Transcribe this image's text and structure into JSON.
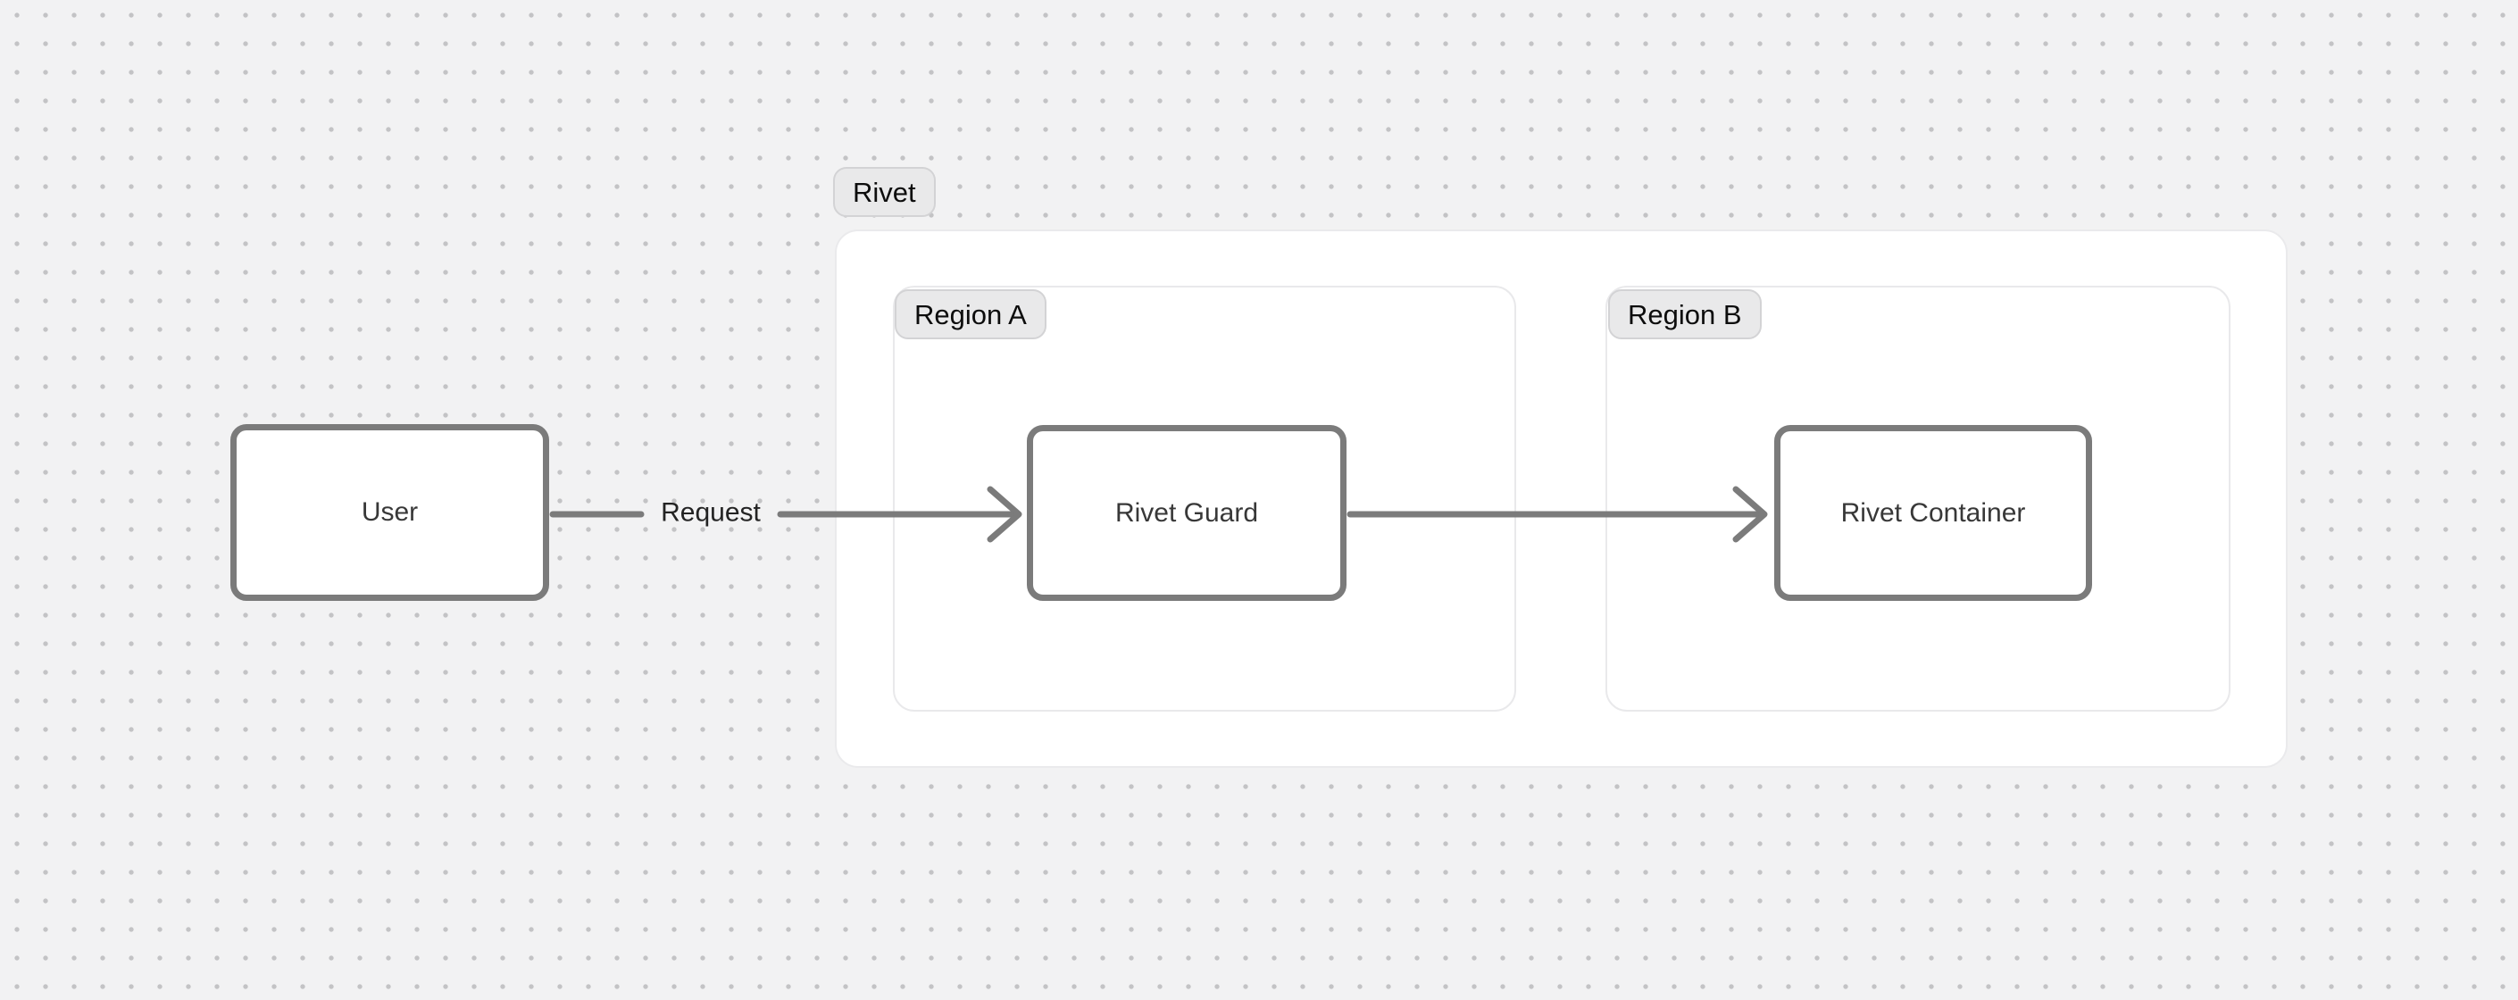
{
  "canvas": {
    "background_color": "#f2f2f3",
    "dot_color": "#c3c3c5"
  },
  "colors": {
    "node_border": "#7b7b7b",
    "node_fill": "#ffffff",
    "node_text": "#383838",
    "edge_stroke": "#7b7b7b",
    "edge_label_text": "#232323",
    "badge_bg": "#e9e9ea",
    "badge_border": "#d3d3d5",
    "badge_text": "#0d0d0d",
    "container_bg": "#ffffff",
    "container_border": "#eaeaec"
  },
  "diagram": {
    "group": {
      "label": "Rivet"
    },
    "regions": [
      {
        "label": "Region A"
      },
      {
        "label": "Region B"
      }
    ],
    "nodes": [
      {
        "id": "user",
        "label": "User"
      },
      {
        "id": "rivet-guard",
        "label": "Rivet Guard"
      },
      {
        "id": "rivet-container",
        "label": "Rivet Container"
      }
    ],
    "edges": [
      {
        "from": "user",
        "to": "rivet-guard",
        "label": "Request"
      },
      {
        "from": "rivet-guard",
        "to": "rivet-container",
        "label": ""
      }
    ]
  }
}
